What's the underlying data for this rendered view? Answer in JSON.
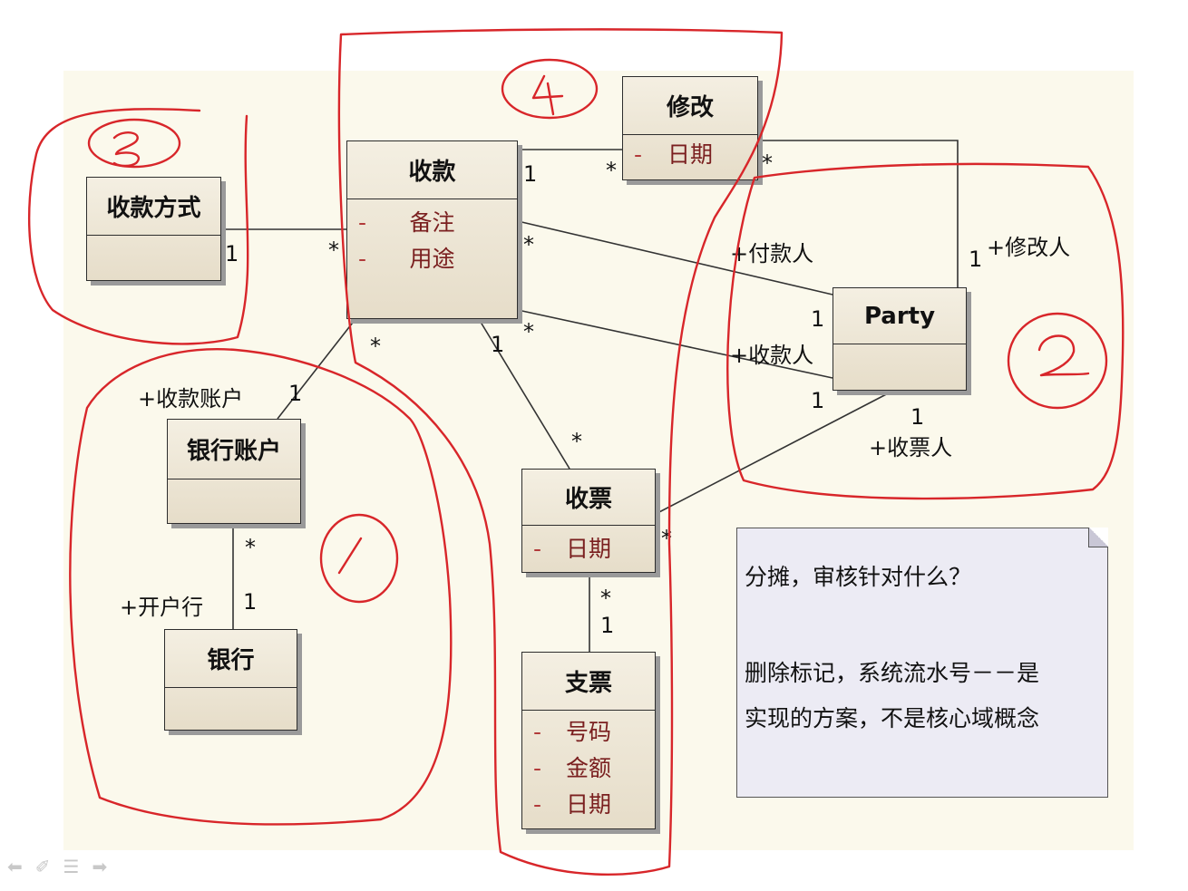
{
  "classes": {
    "shoukuan_fangshi": {
      "name": "收款方式"
    },
    "shoukuan": {
      "name": "收款",
      "attrs": [
        {
          "vis": "-",
          "name": "备注"
        },
        {
          "vis": "-",
          "name": "用途"
        }
      ]
    },
    "xiugai": {
      "name": "修改",
      "attrs": [
        {
          "vis": "-",
          "name": "日期"
        }
      ]
    },
    "party": {
      "name": "Party"
    },
    "yinhang_zhanghu": {
      "name": "银行账户"
    },
    "yinhang": {
      "name": "银行"
    },
    "shoupiao": {
      "name": "收票",
      "attrs": [
        {
          "vis": "-",
          "name": "日期"
        }
      ]
    },
    "zhipiao": {
      "name": "支票",
      "attrs": [
        {
          "vis": "-",
          "name": "号码"
        },
        {
          "vis": "-",
          "name": "金额"
        },
        {
          "vis": "-",
          "name": "日期"
        }
      ]
    }
  },
  "labels": {
    "one": "1",
    "many": "*",
    "role_fukuanren": "+付款人",
    "role_xiugairen": "+修改人",
    "role_shoukuanren": "+收款人",
    "role_shoupiaoren": "+收票人",
    "role_shoukuan_zhanghu": "+收款账户",
    "role_kaihuhang": "+开户行"
  },
  "note": {
    "line1": "分摊，审核针对什么？",
    "line2": "删除标记，系统流水号－－是",
    "line3": "实现的方案，不是核心域概念"
  },
  "annotations": {
    "group1": "1",
    "group2": "2",
    "group3": "3",
    "group4": "4"
  },
  "nav_icons": [
    "arrow-left-icon",
    "pen-icon",
    "menu-icon",
    "arrow-right-icon"
  ],
  "colors": {
    "annotation": "#d8262a",
    "background": "#fbf9ec",
    "attr_text": "#7a1f1f"
  }
}
